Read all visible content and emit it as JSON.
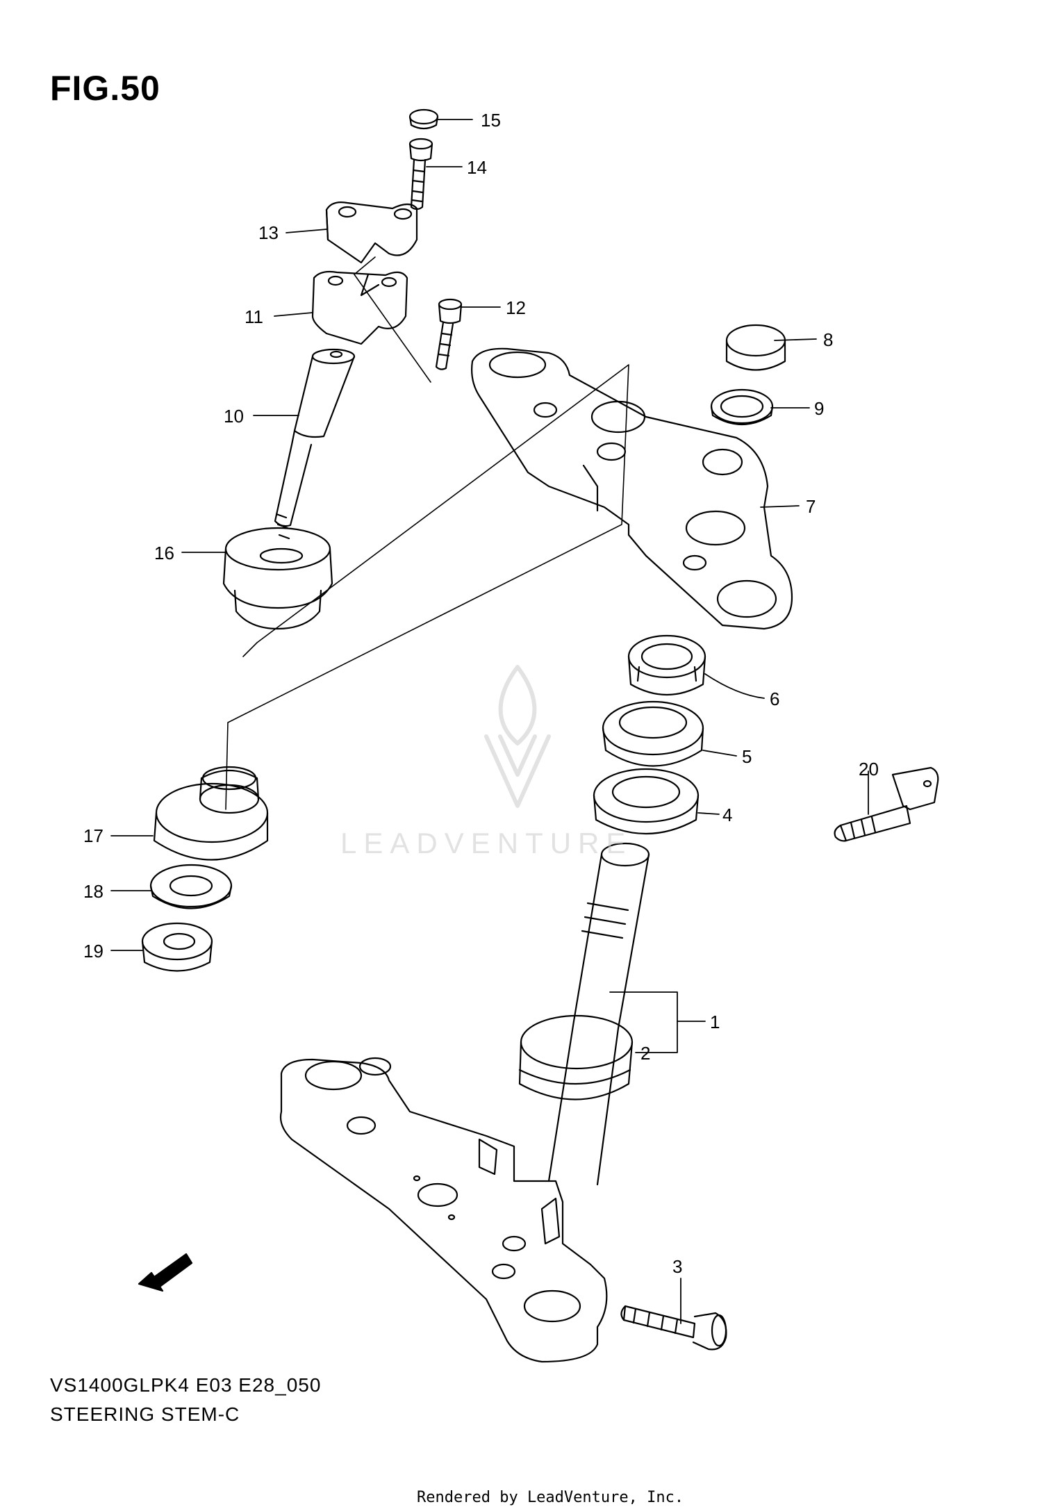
{
  "figure": {
    "title": "FIG.50",
    "diagram_code": "VS1400GLPK4 E03 E28_050",
    "diagram_name": "STEERING STEM-C",
    "credit": "Rendered by LeadVenture, Inc.",
    "watermark": "LEADVENTURE",
    "direction_label": "FWD"
  },
  "callouts": [
    "1",
    "2",
    "3",
    "4",
    "5",
    "6",
    "7",
    "8",
    "9",
    "10",
    "11",
    "12",
    "13",
    "14",
    "15",
    "16",
    "17",
    "18",
    "19",
    "20"
  ],
  "colors": {
    "line": "#000000",
    "watermark": "#d0d0d0"
  }
}
